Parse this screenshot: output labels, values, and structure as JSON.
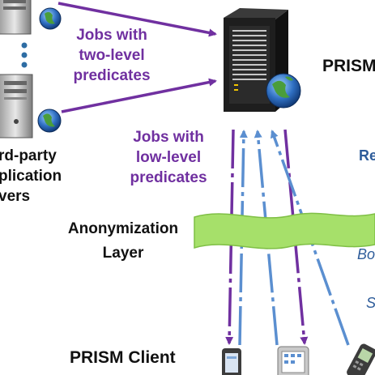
{
  "labels": {
    "jobs_two_level": [
      "Jobs with",
      "two-level",
      "predicates"
    ],
    "jobs_low_level": [
      "Jobs with",
      "low-level",
      "predicates"
    ],
    "third_party": [
      "rd-party",
      "plication",
      "vers"
    ],
    "prism_server": "PRISM",
    "anonymization": [
      "Anonymization",
      "Layer"
    ],
    "prism_client": "PRISM Client",
    "right_edge": [
      "Re",
      "Bo",
      "S"
    ]
  },
  "colors": {
    "purple": "#7030a0",
    "blue": "#5b8fd0",
    "green_band": "#a6e06a",
    "server_dark": "#1e1e1e"
  }
}
